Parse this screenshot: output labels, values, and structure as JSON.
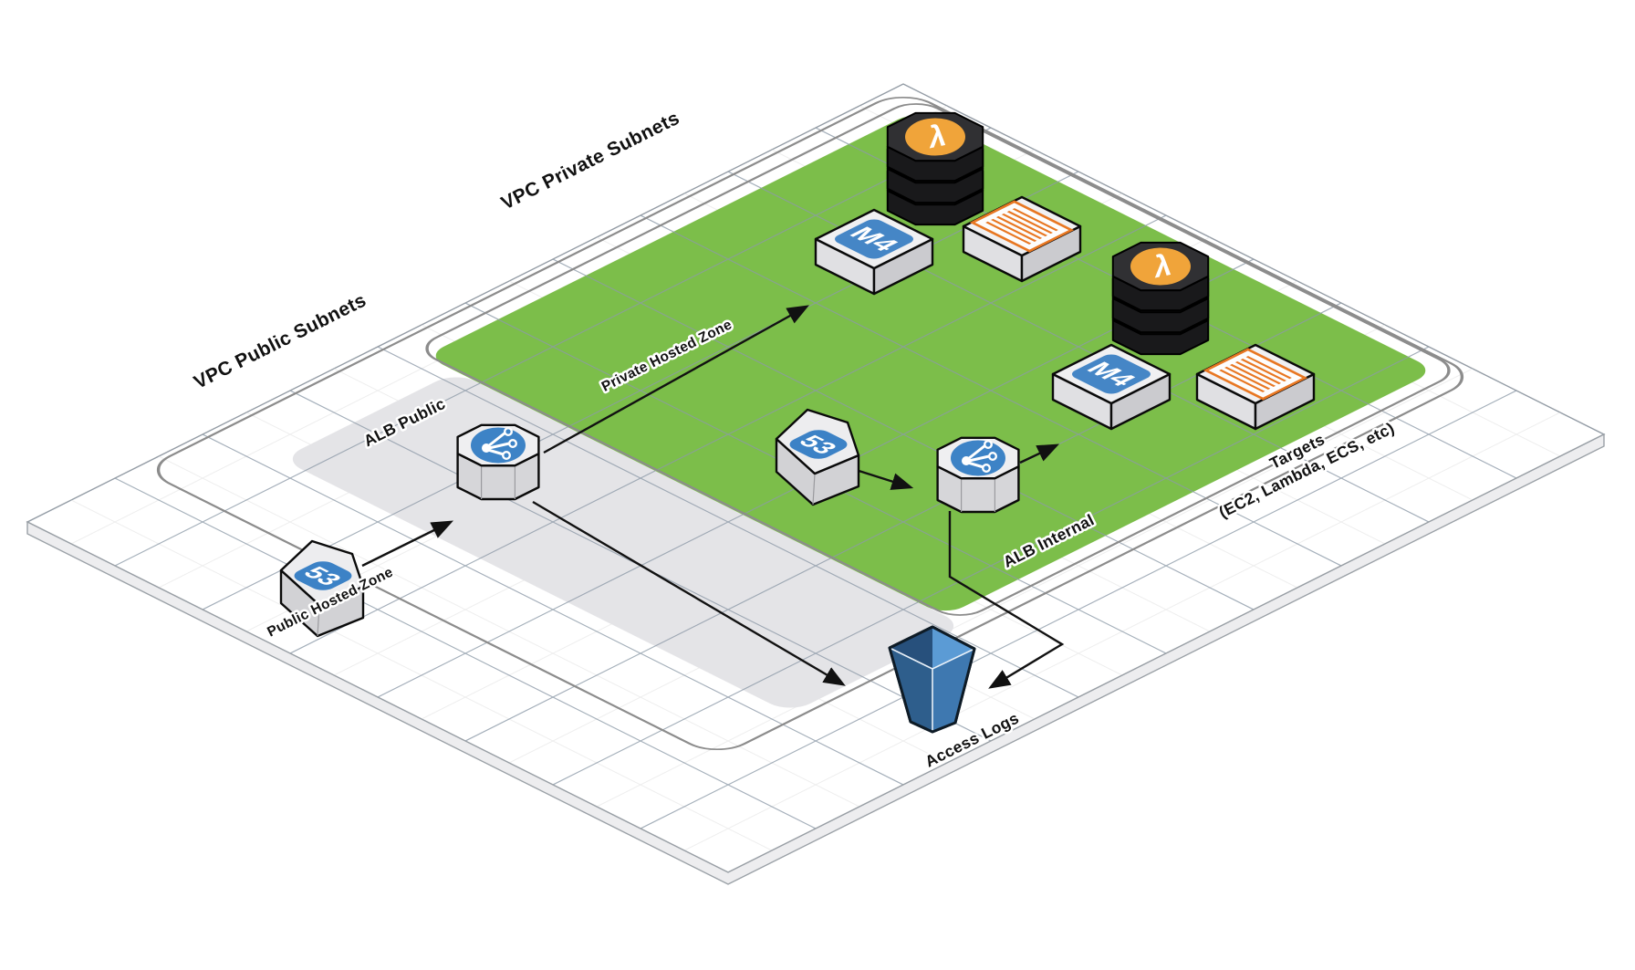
{
  "diagram": {
    "type": "aws-architecture-isometric",
    "zones": {
      "vpc_private_subnets": "VPC Private Subnets",
      "vpc_public_subnets": "VPC Public Subnets"
    },
    "labels": {
      "alb_public": "ALB Public",
      "alb_internal": "ALB Internal",
      "public_hosted_zone": "Public Hosted Zone",
      "private_hosted_zone": "Private Hosted Zone",
      "access_logs": "Access Logs",
      "targets_line1": "Targets",
      "targets_line2": "(EC2, Lambda, ECS, etc)"
    },
    "badges": {
      "instance_type": "M4",
      "route53": "53",
      "lambda": "λ"
    },
    "icons": [
      "route53-icon",
      "load-balancer-icon",
      "lambda-stack-icon",
      "ec2-m4-instance-icon",
      "container-service-icon",
      "s3-bucket-icon"
    ],
    "colors": {
      "private_subnet_green": "#7CBE4A",
      "public_subnet_gray": "#E4E4E7",
      "aws_blue": "#3D83C6",
      "lambda_orange": "#F0A43A",
      "container_orange": "#E87722",
      "bucket_blue": "#30618F",
      "grid_major": "#8D9AA8",
      "grid_minor": "#ECECEC",
      "border_gray": "#8C8C8C"
    }
  }
}
